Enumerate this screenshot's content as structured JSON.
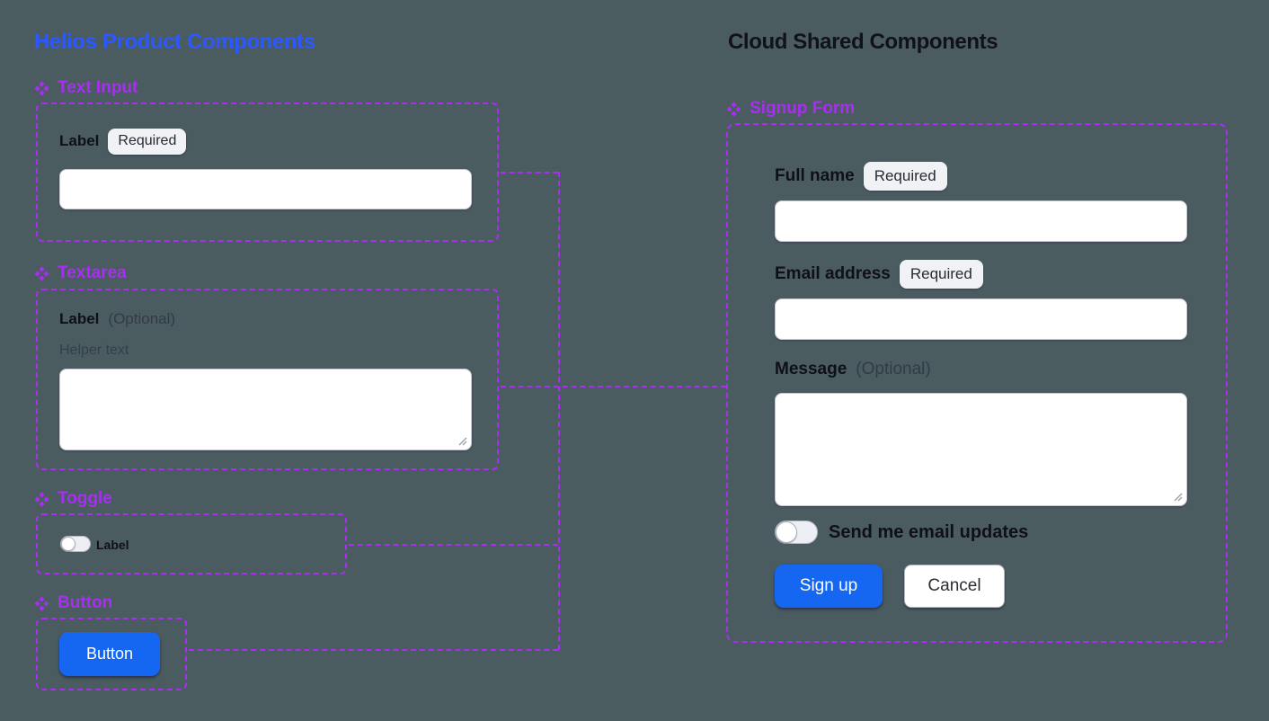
{
  "colors": {
    "canvas_background": "#4b5c61",
    "helios_title_blue": "#2b58ff",
    "cloud_title_black": "#101217",
    "component_purple": "#a92df2",
    "primary_button_blue": "#1567f2"
  },
  "helios": {
    "title": "Helios Product Components",
    "text_input": {
      "icon": "component-diamond-icon",
      "title": "Text Input",
      "field_label": "Label",
      "badge": "Required",
      "value": "",
      "placeholder": ""
    },
    "textarea": {
      "icon": "component-diamond-icon",
      "title": "Textarea",
      "field_label": "Label",
      "optional_note": "(Optional)",
      "helper_text": "Helper text",
      "value": "",
      "placeholder": ""
    },
    "toggle": {
      "icon": "component-diamond-icon",
      "title": "Toggle",
      "toggle_label": "Label",
      "state": "off"
    },
    "button": {
      "icon": "component-diamond-icon",
      "title": "Button",
      "button_label": "Button"
    }
  },
  "cloud": {
    "title": "Cloud Shared Components",
    "signup_form": {
      "icon": "component-diamond-icon",
      "title": "Signup Form",
      "full_name": {
        "label": "Full name",
        "badge": "Required",
        "value": "",
        "placeholder": ""
      },
      "email": {
        "label": "Email address",
        "badge": "Required",
        "value": "",
        "placeholder": ""
      },
      "message": {
        "label": "Message",
        "optional_note": "(Optional)",
        "value": "",
        "placeholder": ""
      },
      "email_updates": {
        "label": "Send me email updates",
        "state": "off"
      },
      "signup_button": "Sign up",
      "cancel_button": "Cancel"
    }
  }
}
